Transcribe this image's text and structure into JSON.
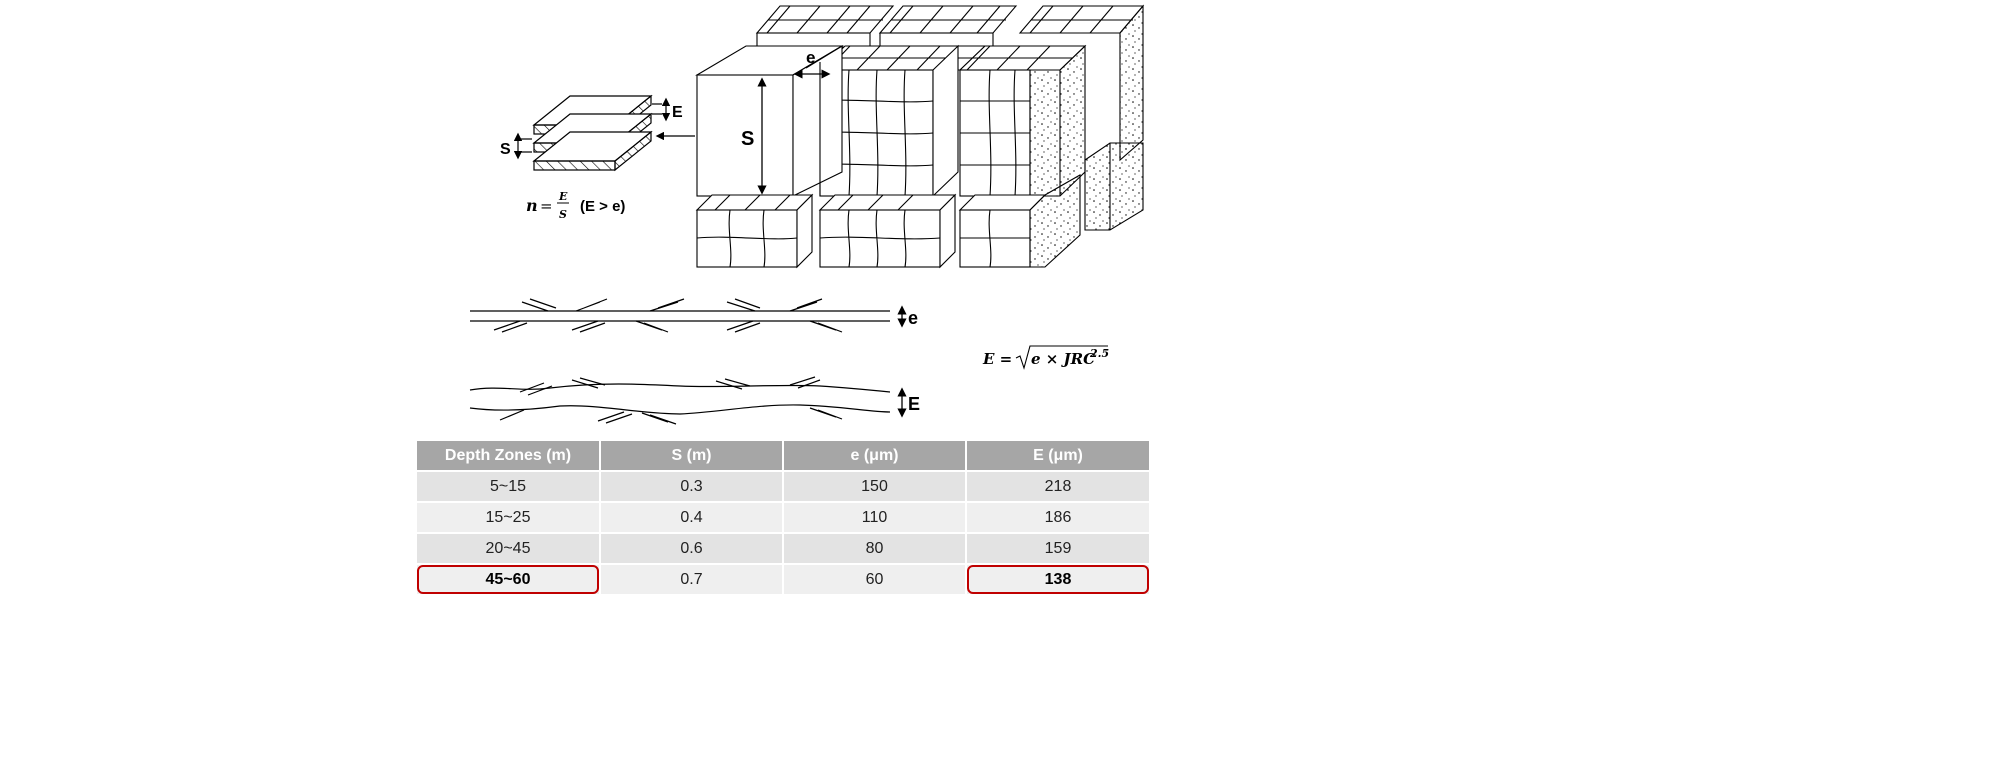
{
  "figure": {
    "stack_labels": {
      "E": "E",
      "S": "S"
    },
    "ratio_formula": {
      "n": "n",
      "eq": "=",
      "num": "E",
      "den": "S",
      "condition": "(E > e)"
    },
    "block_labels": {
      "S": "S",
      "e": "e"
    },
    "fracture_labels": {
      "e": "e",
      "E": "E"
    },
    "aperture_formula": {
      "lhs": "E =",
      "sqrt_arg": "e × JRC",
      "exp": "2.5"
    }
  },
  "table": {
    "headers": [
      "Depth Zones (m)",
      "S (m)",
      "e (μm)",
      "E (μm)"
    ],
    "rows": [
      [
        "5~15",
        "0.3",
        "150",
        "218"
      ],
      [
        "15~25",
        "0.4",
        "110",
        "186"
      ],
      [
        "20~45",
        "0.6",
        "80",
        "159"
      ],
      [
        "45~60",
        "0.7",
        "60",
        "138"
      ]
    ],
    "highlighted": [
      [
        3,
        0
      ],
      [
        3,
        3
      ]
    ],
    "highlight_color": "#c00000",
    "header_bg": "#a6a6a6"
  }
}
